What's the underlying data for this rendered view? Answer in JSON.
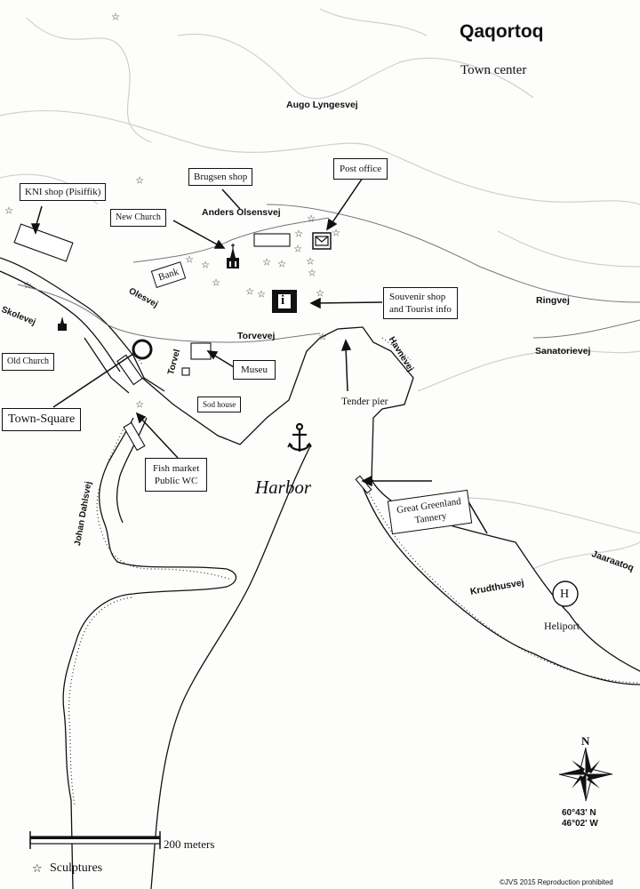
{
  "map": {
    "title": "Qaqortoq",
    "subtitle": "Town center",
    "streets": {
      "augo_lyngesvej": "Augo Lyngesvej",
      "anders_olsensvej": "Anders Olsensvej",
      "olesvej": "Olesvej",
      "skolevej": "Skolevej",
      "torvel": "Torvel",
      "torvevej": "Torvevej",
      "havnevej": "Havnevej",
      "ringvej": "Ringvej",
      "sanatorievej": "Sanatorievej",
      "johan_dahlsvej": "Johan Dahlsvej",
      "krudthusvej": "Krudthusvej",
      "jaaraatoq": "Jaaraatoq"
    },
    "places": {
      "kni_shop": "KNI shop (Pisiffik)",
      "brugsen_shop": "Brugsen shop",
      "post_office": "Post office",
      "new_church": "New Church",
      "bank": "Bank",
      "souvenir_line1": "Souvenir shop",
      "souvenir_line2": "and Tourist info",
      "old_church": "Old Church",
      "museum": "Museu",
      "sod_house": "Sod house",
      "town_square": "Town-Square",
      "tender_pier": "Tender pier",
      "fish_market_line1": "Fish market",
      "fish_market_line2": "Public WC",
      "tannery_line1": "Great Greenland",
      "tannery_line2": "Tannery",
      "heliport": "Heliport"
    },
    "water_label": "Harbor",
    "heliport_symbol": "H",
    "info_symbol": "i",
    "compass": {
      "north": "N",
      "latitude": "60°43'  N",
      "longitude": "46°02'  W"
    },
    "scale_label": "200 meters",
    "legend": {
      "symbol": "☆",
      "label": "Sculptures"
    },
    "copyright": "©JVS 2015 Reproduction prohibited",
    "icons": {
      "anchor": "anchor-icon",
      "envelope": "envelope-icon",
      "info": "info-icon",
      "church": "church-icon",
      "compass": "compass-rose-icon",
      "sculpture": "star-outline-icon"
    },
    "colors": {
      "ink": "#111111",
      "paper": "#fdfdfc",
      "contour": "#c9c9c9"
    }
  }
}
